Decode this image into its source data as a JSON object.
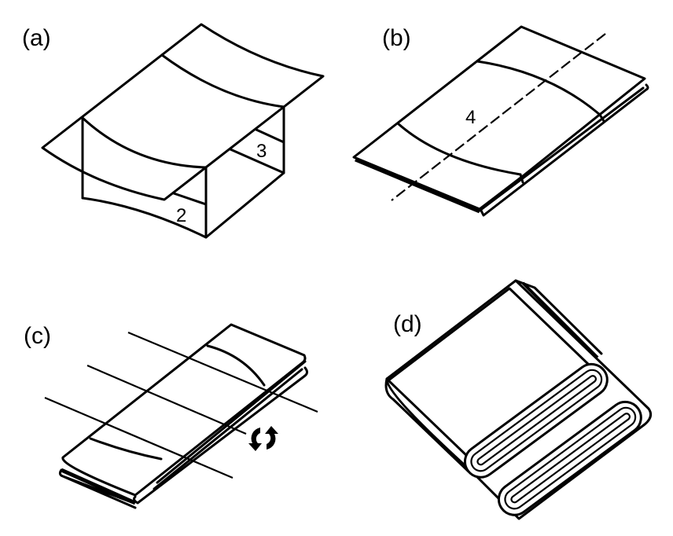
{
  "panels": [
    {
      "label": "(a)",
      "annotations": [
        "2",
        "3"
      ]
    },
    {
      "label": "(b)",
      "annotations": [
        "4"
      ]
    },
    {
      "label": "(c)",
      "annotations": []
    },
    {
      "label": "(d)",
      "annotations": []
    }
  ],
  "colors": {
    "stroke": "#000000",
    "background": "#ffffff"
  }
}
